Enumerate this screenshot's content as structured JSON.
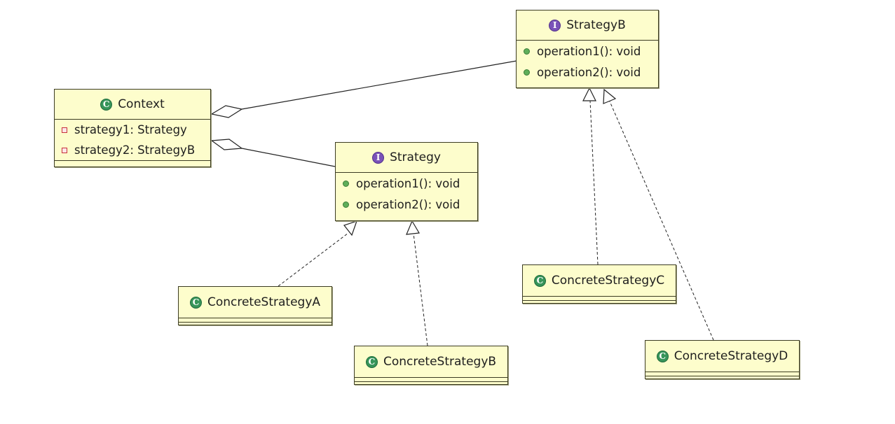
{
  "classes": {
    "context": {
      "name": "Context",
      "kind": "class",
      "members": [
        {
          "text": "strategy1: Strategy",
          "visibility": "private"
        },
        {
          "text": "strategy2: StrategyB",
          "visibility": "private"
        }
      ]
    },
    "strategy": {
      "name": "Strategy",
      "kind": "interface",
      "members": [
        {
          "text": "operation1(): void",
          "visibility": "public"
        },
        {
          "text": "operation2(): void",
          "visibility": "public"
        }
      ]
    },
    "strategyB": {
      "name": "StrategyB",
      "kind": "interface",
      "members": [
        {
          "text": "operation1(): void",
          "visibility": "public"
        },
        {
          "text": "operation2(): void",
          "visibility": "public"
        }
      ]
    },
    "concreteA": {
      "name": "ConcreteStrategyA",
      "kind": "class"
    },
    "concreteB": {
      "name": "ConcreteStrategyB",
      "kind": "class"
    },
    "concreteC": {
      "name": "ConcreteStrategyC",
      "kind": "class"
    },
    "concreteD": {
      "name": "ConcreteStrategyD",
      "kind": "class"
    }
  },
  "relations": [
    {
      "type": "aggregation",
      "from": "Context",
      "to": "StrategyB"
    },
    {
      "type": "aggregation",
      "from": "Context",
      "to": "Strategy"
    },
    {
      "type": "realization",
      "from": "ConcreteStrategyA",
      "to": "Strategy"
    },
    {
      "type": "realization",
      "from": "ConcreteStrategyB",
      "to": "Strategy"
    },
    {
      "type": "realization",
      "from": "ConcreteStrategyC",
      "to": "StrategyB"
    },
    {
      "type": "realization",
      "from": "ConcreteStrategyD",
      "to": "StrategyB"
    }
  ],
  "icons": {
    "class": "class-icon",
    "interface": "interface-icon",
    "public": "public-member-icon",
    "private": "private-member-icon"
  },
  "colors": {
    "box_fill": "#fdfdcc",
    "border": "#3b3b22",
    "class_icon": "#37955a",
    "interface_icon": "#7a52b8",
    "public_dot": "#5fae5a",
    "private_square": "#c8323c"
  }
}
